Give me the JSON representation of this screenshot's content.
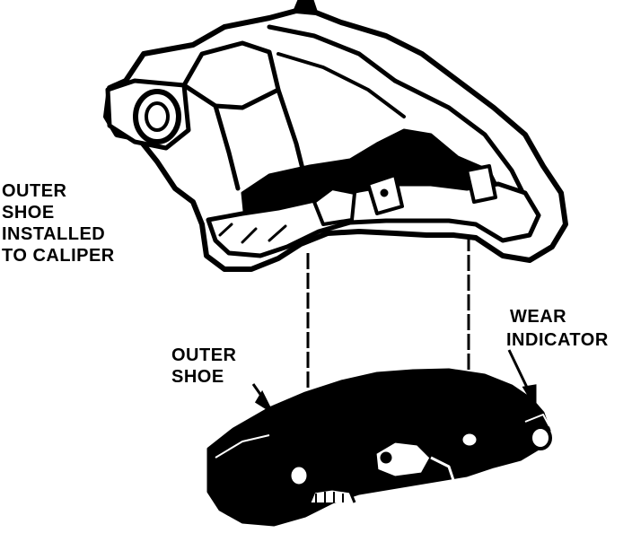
{
  "labels": {
    "installed": [
      "OUTER",
      "SHOE",
      "INSTALLED",
      "TO CALIPER"
    ],
    "outer_shoe": [
      "OUTER",
      "SHOE"
    ],
    "wear_indicator": [
      "WEAR",
      "INDICATOR"
    ]
  },
  "colors": {
    "ink": "#000000",
    "paper": "#ffffff"
  }
}
